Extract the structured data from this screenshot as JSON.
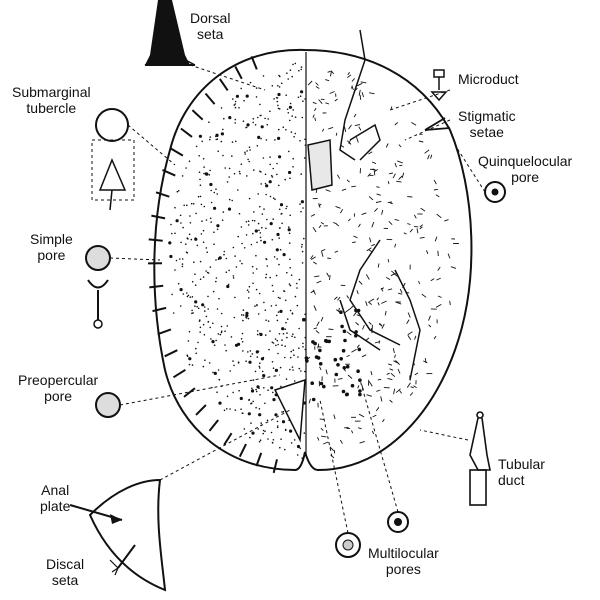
{
  "labels": {
    "dorsal_seta": [
      "Dorsal",
      "seta"
    ],
    "submarginal_tubercle": [
      "Submarginal",
      "tubercle"
    ],
    "simple_pore": [
      "Simple",
      "pore"
    ],
    "preopercular_pore": [
      "Preopercular",
      "pore"
    ],
    "anal_plate": [
      "Anal",
      "plate"
    ],
    "discal_seta": [
      "Discal",
      "seta"
    ],
    "microduct": [
      "Microduct"
    ],
    "stigmatic_setae": [
      "Stigmatic",
      "setae"
    ],
    "quinquelocular_pore": [
      "Quinquelocular",
      "pore"
    ],
    "tubular_duct": [
      "Tubular",
      "duct"
    ],
    "multilocular_pores": [
      "Multilocular",
      "pores"
    ]
  },
  "colors": {
    "ink": "#111111",
    "paper": "#ffffff"
  }
}
